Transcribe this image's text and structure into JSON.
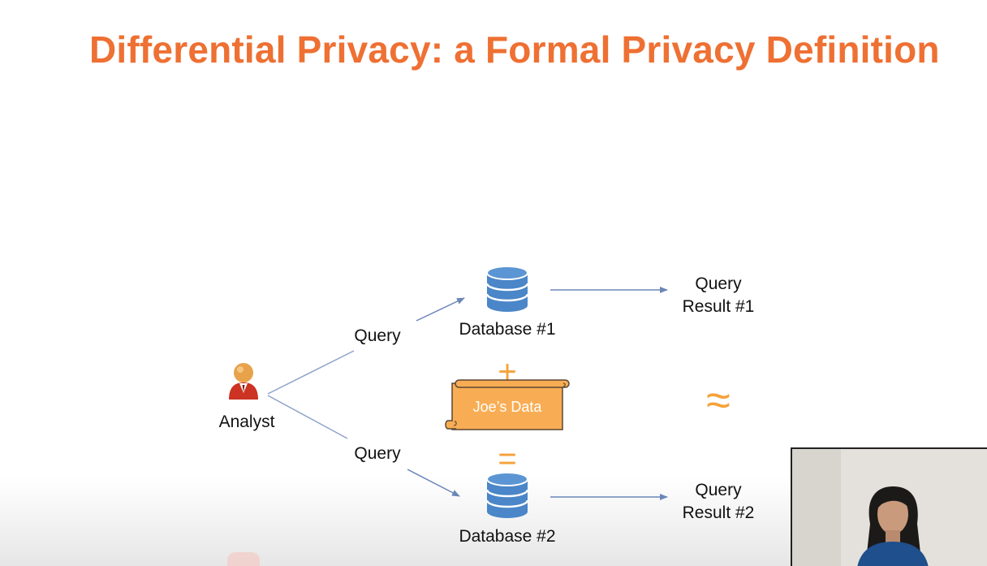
{
  "slide": {
    "title": "Differential Privacy: a Formal Privacy Definition"
  },
  "diagram": {
    "analyst_label": "Analyst",
    "query_top_label": "Query",
    "query_bottom_label": "Query",
    "database_1_label": "Database #1",
    "database_2_label": "Database #2",
    "result_1_line1": "Query",
    "result_1_line2": "Result #1",
    "result_2_line1": "Query",
    "result_2_line2": "Result #2",
    "scroll_label": "Joe’s Data",
    "plus_symbol": "+",
    "equals_symbol": "=",
    "approx_symbol": "≈"
  },
  "colors": {
    "title": "#ee7033",
    "accent": "#f5a23a",
    "database": "#4a86c8",
    "arrow": "#6b86b8",
    "analyst_body": "#cc3322",
    "analyst_head": "#e8a24a"
  },
  "icons": {
    "analyst": "person-icon",
    "database": "database-icon",
    "scroll": "scroll-icon"
  }
}
